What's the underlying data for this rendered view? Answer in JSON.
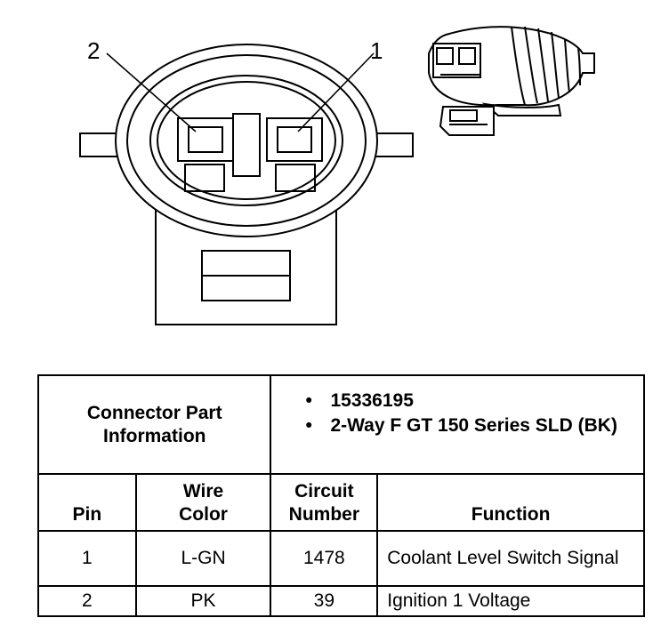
{
  "diagram": {
    "pin_labels": [
      "2",
      "1"
    ]
  },
  "table": {
    "connector_part_label": "Connector Part Information",
    "part_info": [
      "15336195",
      "2-Way F GT 150 Series SLD (BK)"
    ],
    "headers": {
      "pin": "Pin",
      "wire_color": "Wire Color",
      "circuit_number": "Circuit Number",
      "function": "Function"
    },
    "rows": [
      {
        "pin": "1",
        "wire_color": "L-GN",
        "circuit": "1478",
        "function": "Coolant Level Switch Signal"
      },
      {
        "pin": "2",
        "wire_color": "PK",
        "circuit": "39",
        "function": "Ignition 1 Voltage"
      }
    ]
  }
}
